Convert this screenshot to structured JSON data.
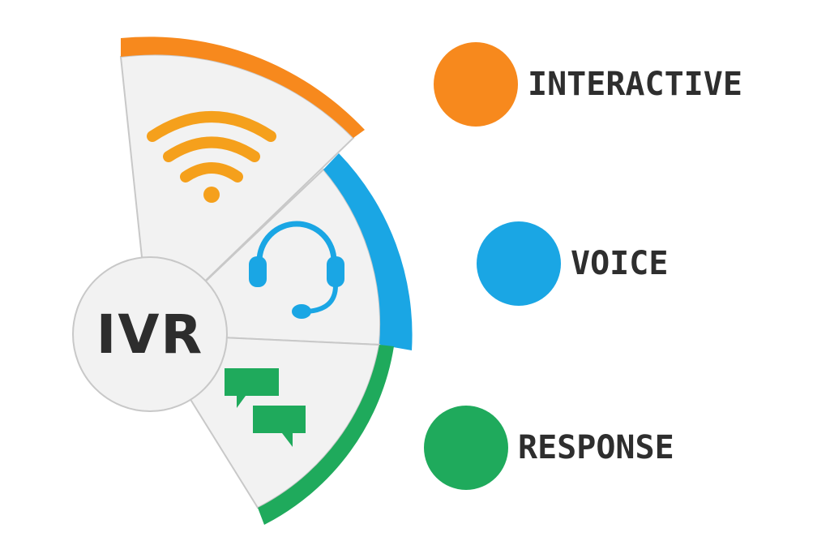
{
  "center": {
    "label": "IVR"
  },
  "colors": {
    "interactive": "#f7891d",
    "voice": "#1aa6e4",
    "response": "#1faa5c",
    "panel": "#f2f2f2",
    "divider": "#c8c8c8",
    "text": "#2e2e2e"
  },
  "segments": [
    {
      "icon": "wifi-icon",
      "color": "#f7891d"
    },
    {
      "icon": "headset-icon",
      "color": "#1aa6e4"
    },
    {
      "icon": "chat-bubbles-icon",
      "color": "#1faa5c"
    }
  ],
  "legend": [
    {
      "label": "INTERACTIVE",
      "color": "#f7891d"
    },
    {
      "label": "VOICE",
      "color": "#1aa6e4"
    },
    {
      "label": "RESPONSE",
      "color": "#1faa5c"
    }
  ]
}
